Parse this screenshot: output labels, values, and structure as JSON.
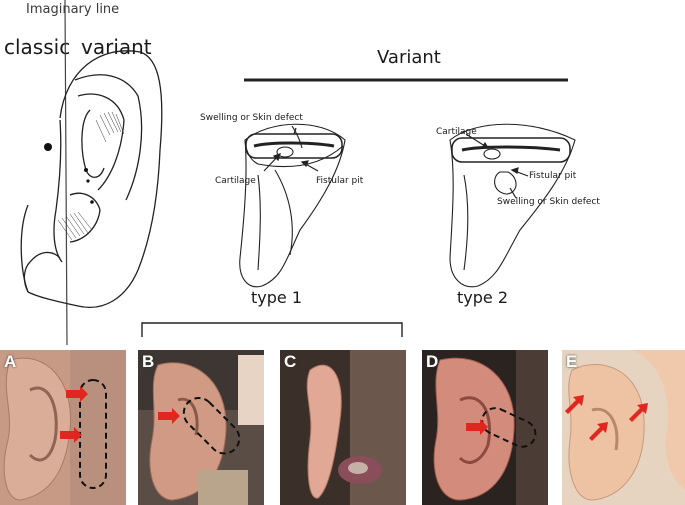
{
  "labels": {
    "imaginary_line": "Imaginary line",
    "classic": "classic",
    "variant_small": "variant",
    "variant_title": "Variant",
    "type1": "type 1",
    "type2": "type 2"
  },
  "type1_annotations": {
    "swelling": "Swelling or Skin defect",
    "cartilage": "Cartilage",
    "fistular_pit": "Fistular pit"
  },
  "type2_annotations": {
    "cartilage": "Cartilage",
    "fistular_pit": "Fistular pit",
    "swelling": "Swelling or Skin defect"
  },
  "panels": [
    {
      "letter": "A"
    },
    {
      "letter": "B"
    },
    {
      "letter": "C"
    },
    {
      "letter": "D"
    },
    {
      "letter": "E"
    }
  ],
  "colors": {
    "skin": "#d9a48f",
    "arrow_red": "#e0261f",
    "line": "#222222"
  }
}
